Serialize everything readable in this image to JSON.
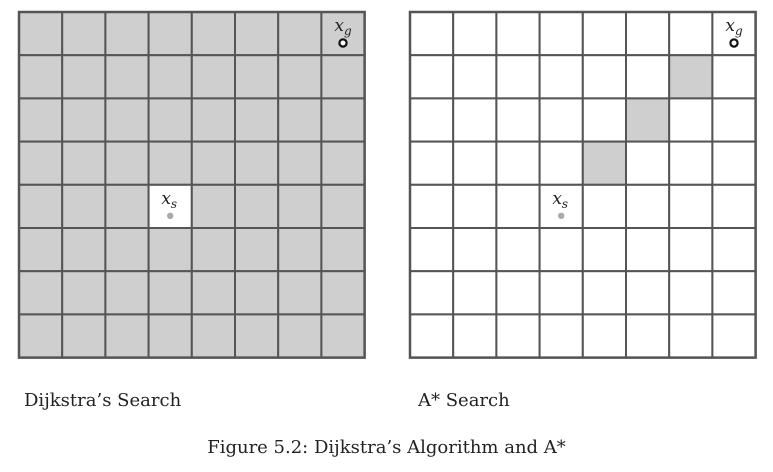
{
  "figure": {
    "caption": "Figure 5.2: Dijkstra’s Algorithm and A*",
    "panels": [
      {
        "id": "dijkstra",
        "title": "Dijkstra’s Search",
        "grid_size": 8,
        "mode": "all_filled_except_start",
        "start_label": {
          "base": "x",
          "sub": "s"
        },
        "goal_label": {
          "base": "x",
          "sub": "g"
        }
      },
      {
        "id": "astar",
        "title": "A* Search",
        "grid_size": 8,
        "mode": "path_only",
        "start_label": {
          "base": "x",
          "sub": "s"
        },
        "goal_label": {
          "base": "x",
          "sub": "g"
        }
      }
    ],
    "colors": {
      "filled": "#cfcfcf",
      "empty": "#ffffff",
      "grid_line": "#555555",
      "start_marker": "#aaaaaa",
      "goal_marker": "#111111"
    }
  }
}
